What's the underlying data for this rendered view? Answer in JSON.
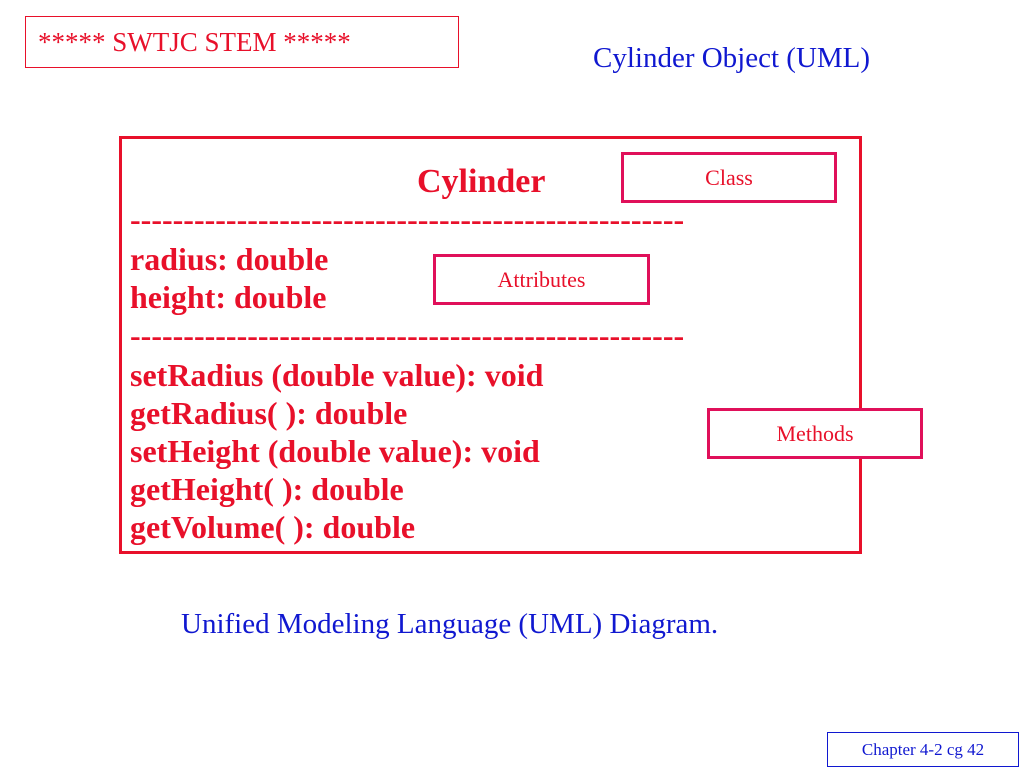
{
  "header": {
    "label": "***** SWTJC STEM *****"
  },
  "page_title": "Cylinder Object (UML)",
  "uml": {
    "class_name": "Cylinder",
    "divider": "----------------------------------------------------",
    "attributes": [
      "radius: double",
      "height: double"
    ],
    "methods": [
      "setRadius (double value): void",
      "getRadius( ): double",
      "setHeight (double value): void",
      "getHeight( ): double",
      "getVolume( ): double"
    ]
  },
  "callouts": {
    "class": "Class",
    "attributes": "Attributes",
    "methods": "Methods"
  },
  "caption": "Unified Modeling Language (UML) Diagram.",
  "footer": "Chapter 4-2 cg 42",
  "colors": {
    "red": "#e8102a",
    "magenta_border": "#e0105a",
    "blue": "#1018d0"
  }
}
